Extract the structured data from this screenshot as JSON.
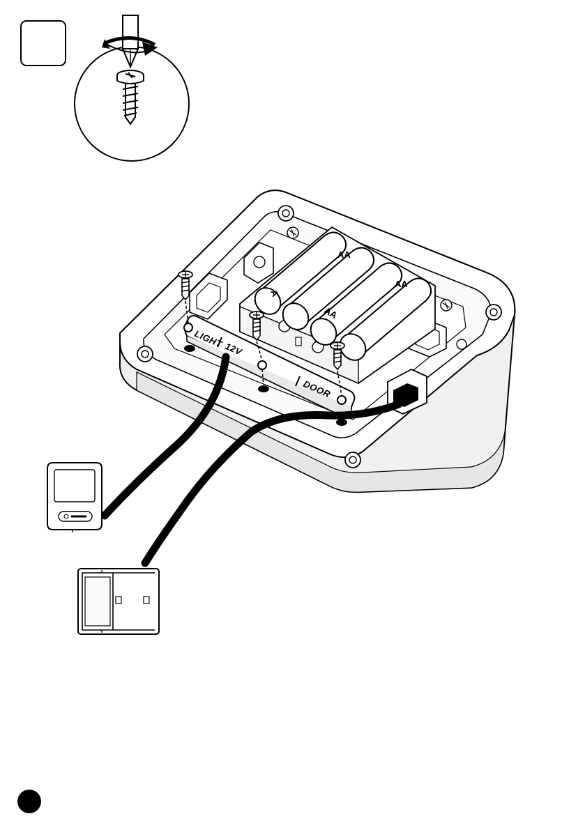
{
  "strip_labels": {
    "light": "LIGHT",
    "twelve_volt": "12V",
    "door": "DOOR"
  },
  "battery_labels": [
    "AA",
    "AA",
    "A",
    "AA"
  ],
  "colors": {
    "line": "#000000",
    "casing": "#ffffff",
    "shade": "#e6e6e6",
    "cable": "#000000",
    "marker": "#000000"
  },
  "icons": [
    "screwdriver-icon",
    "rotation-arrow-icon",
    "screw-icon",
    "battery-icon",
    "wall-switch-icon",
    "junction-box-icon",
    "page-marker"
  ]
}
